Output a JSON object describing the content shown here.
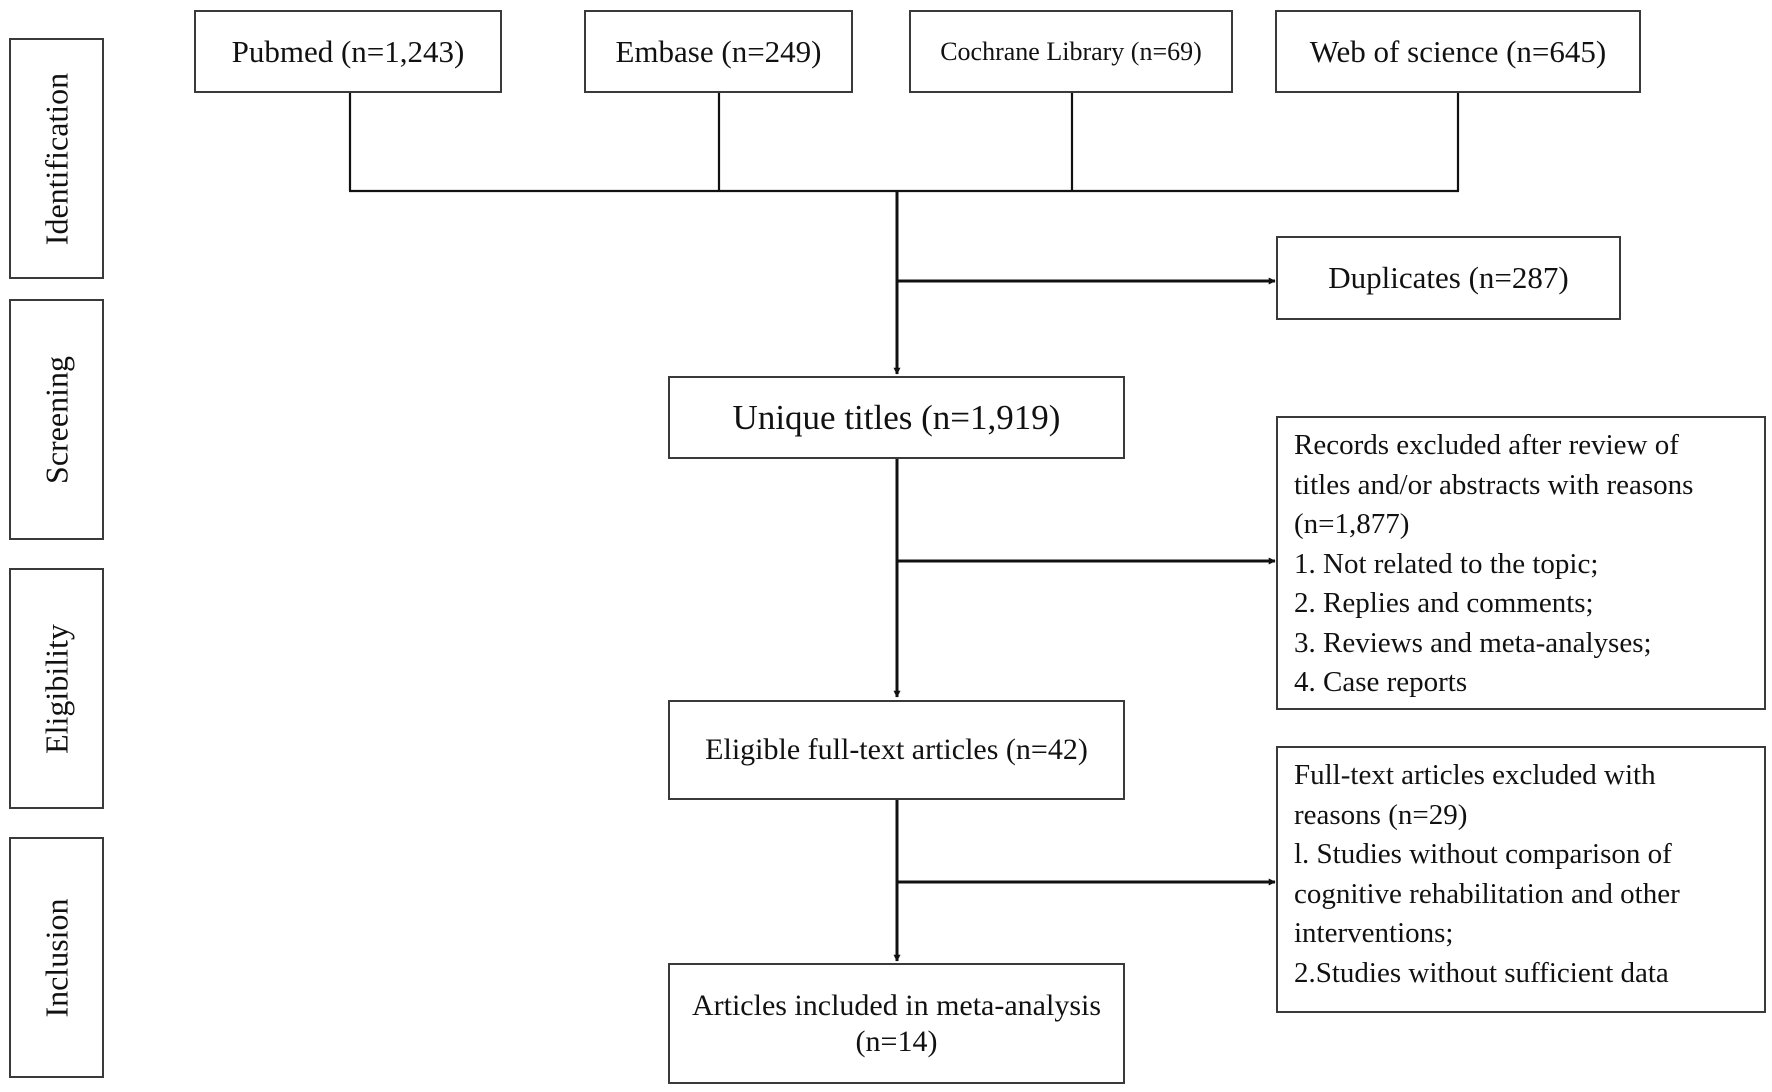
{
  "stages": [
    "Identification",
    "Screening",
    "Eligibility",
    "Inclusion"
  ],
  "sources": [
    {
      "label": "Pubmed (n=1,243)"
    },
    {
      "label": "Embase (n=249)"
    },
    {
      "label": "Cochrane Library (n=69)"
    },
    {
      "label": "Web of science (n=645)"
    }
  ],
  "duplicates": "Duplicates (n=287)",
  "unique_titles": "Unique titles (n=1,919)",
  "records_excluded": {
    "lines": [
      "Records excluded after review of",
      "titles and/or abstracts with reasons",
      "(n=1,877)",
      "1. Not related to the topic;",
      "2. Replies and comments;",
      "3. Reviews and meta-analyses;",
      "4. Case reports"
    ]
  },
  "eligible": "Eligible full-text articles (n=42)",
  "fulltext_excluded": {
    "lines": [
      "Full-text articles excluded with",
      "reasons (n=29)",
      "l. Studies without comparison of",
      "cognitive rehabilitation and other",
      "interventions;",
      "2.Studies without sufficient data"
    ]
  },
  "included": {
    "line1": "Articles included in meta-analysis",
    "line2": "(n=14)"
  }
}
